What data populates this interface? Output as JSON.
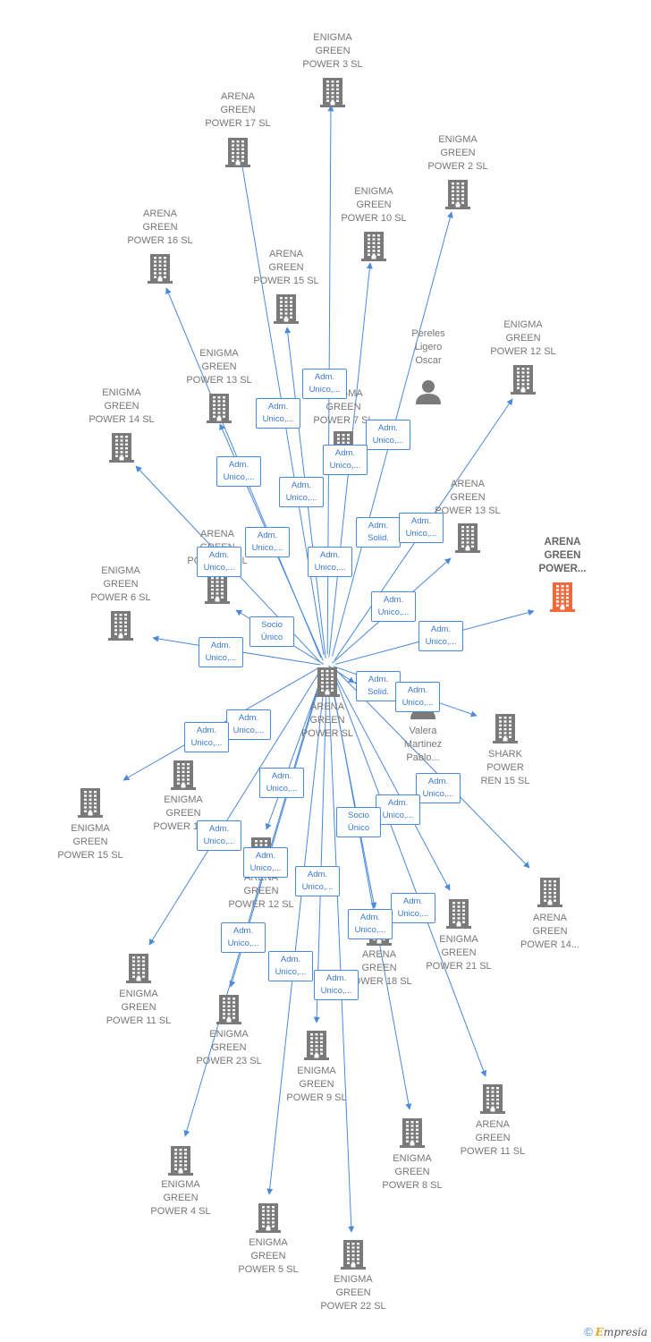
{
  "colors": {
    "edge": "#4a89dc",
    "node": "#7a7a7a",
    "highlight": "#f26a3b"
  },
  "center": {
    "label": [
      "ARENA",
      "GREEN",
      "POWER  SL"
    ]
  },
  "nodes": [
    {
      "id": "n1",
      "type": "company",
      "label": [
        "ENIGMA",
        "GREEN",
        "POWER 3  SL"
      ]
    },
    {
      "id": "n2",
      "type": "company",
      "label": [
        "ARENA",
        "GREEN",
        "POWER 17  SL"
      ]
    },
    {
      "id": "n3",
      "type": "company",
      "label": [
        "ENIGMA",
        "GREEN",
        "POWER 2  SL"
      ]
    },
    {
      "id": "n4",
      "type": "company",
      "label": [
        "ENIGMA",
        "GREEN",
        "POWER 10  SL"
      ]
    },
    {
      "id": "n5",
      "type": "company",
      "label": [
        "ARENA",
        "GREEN",
        "POWER 16  SL"
      ]
    },
    {
      "id": "n6",
      "type": "company",
      "label": [
        "ARENA",
        "GREEN",
        "POWER 15  SL"
      ]
    },
    {
      "id": "n7",
      "type": "person",
      "label": [
        "Pereles",
        "Ligero",
        "Oscar"
      ]
    },
    {
      "id": "n8",
      "type": "company",
      "label": [
        "ENIGMA",
        "GREEN",
        "POWER 12  SL"
      ]
    },
    {
      "id": "n9",
      "type": "company",
      "label": [
        "ENIGMA",
        "GREEN",
        "POWER 13  SL"
      ]
    },
    {
      "id": "n10",
      "type": "company",
      "label": [
        "ENIGMA",
        "GREEN",
        "POWER 7  SL"
      ]
    },
    {
      "id": "n11",
      "type": "company",
      "label": [
        "ENIGMA",
        "GREEN",
        "POWER 14  SL"
      ]
    },
    {
      "id": "n12",
      "type": "company",
      "label": [
        "ARENA",
        "GREEN",
        "POWER 13  SL"
      ]
    },
    {
      "id": "n13",
      "type": "company",
      "label": [
        "ARENA",
        "GREEN",
        "POWER..."
      ],
      "highlight": true
    },
    {
      "id": "n14",
      "type": "company",
      "label": [
        "ARENA",
        "GREEN",
        "POWER 1  SL"
      ]
    },
    {
      "id": "n15",
      "type": "company",
      "label": [
        "ENIGMA",
        "GREEN",
        "POWER 6  SL"
      ]
    },
    {
      "id": "n16",
      "type": "person",
      "label": [
        "Valera",
        "Martinez",
        "Pablo..."
      ]
    },
    {
      "id": "n17",
      "type": "company",
      "label": [
        "SHARK",
        "POWER",
        "REN 15  SL"
      ]
    },
    {
      "id": "n18",
      "type": "company",
      "label": [
        "ENIGMA",
        "GREEN",
        "POWER 1  SL"
      ]
    },
    {
      "id": "n19",
      "type": "company",
      "label": [
        "ENIGMA",
        "GREEN",
        "POWER 15  SL"
      ]
    },
    {
      "id": "n20",
      "type": "company",
      "label": [
        "ARENA",
        "GREEN",
        "POWER 12  SL"
      ]
    },
    {
      "id": "n21",
      "type": "company",
      "label": [
        "ENIGMA",
        "GREEN",
        "POWER 21  SL"
      ]
    },
    {
      "id": "n22",
      "type": "company",
      "label": [
        "ARENA",
        "GREEN",
        "POWER 14..."
      ]
    },
    {
      "id": "n23",
      "type": "company",
      "label": [
        "ARENA",
        "GREEN",
        "POWER 18  SL"
      ]
    },
    {
      "id": "n24",
      "type": "company",
      "label": [
        "ENIGMA",
        "GREEN",
        "POWER 11  SL"
      ]
    },
    {
      "id": "n25",
      "type": "company",
      "label": [
        "ENIGMA",
        "GREEN",
        "POWER 23  SL"
      ]
    },
    {
      "id": "n26",
      "type": "company",
      "label": [
        "ENIGMA",
        "GREEN",
        "POWER 9  SL"
      ]
    },
    {
      "id": "n27",
      "type": "company",
      "label": [
        "ARENA",
        "GREEN",
        "POWER 11  SL"
      ]
    },
    {
      "id": "n28",
      "type": "company",
      "label": [
        "ENIGMA",
        "GREEN",
        "POWER 8  SL"
      ]
    },
    {
      "id": "n29",
      "type": "company",
      "label": [
        "ENIGMA",
        "GREEN",
        "POWER 4  SL"
      ]
    },
    {
      "id": "n30",
      "type": "company",
      "label": [
        "ENIGMA",
        "GREEN",
        "POWER 5  SL"
      ]
    },
    {
      "id": "n31",
      "type": "company",
      "label": [
        "ENIGMA",
        "GREEN",
        "POWER 22  SL"
      ]
    }
  ],
  "edge_labels": [
    {
      "id": "e1",
      "text": [
        "Adm.",
        "Unico,..."
      ]
    },
    {
      "id": "e2",
      "text": [
        "Adm.",
        "Unico,..."
      ]
    },
    {
      "id": "e3",
      "text": [
        "Adm.",
        "Unico,..."
      ]
    },
    {
      "id": "e4",
      "text": [
        "Adm.",
        "Unico,..."
      ]
    },
    {
      "id": "e5",
      "text": [
        "Adm.",
        "Unico,..."
      ]
    },
    {
      "id": "e6",
      "text": [
        "Adm.",
        "Unico,..."
      ]
    },
    {
      "id": "e7",
      "text": [
        "Adm.",
        "Solid."
      ]
    },
    {
      "id": "e8",
      "text": [
        "Adm.",
        "Unico,..."
      ]
    },
    {
      "id": "e9",
      "text": [
        "Adm.",
        "Unico,..."
      ]
    },
    {
      "id": "e10",
      "text": [
        "Adm.",
        "Unico,..."
      ]
    },
    {
      "id": "e11",
      "text": [
        "Adm.",
        "Unico,..."
      ]
    },
    {
      "id": "e12",
      "text": [
        "Adm.",
        "Unico,..."
      ]
    },
    {
      "id": "e13",
      "text": [
        "Adm.",
        "Unico,..."
      ]
    },
    {
      "id": "e14",
      "text": [
        "Socio",
        "Único"
      ]
    },
    {
      "id": "e15",
      "text": [
        "Adm.",
        "Unico,..."
      ]
    },
    {
      "id": "e16",
      "text": [
        "Adm.",
        "Unico,..."
      ]
    },
    {
      "id": "e17",
      "text": [
        "Adm.",
        "Solid."
      ]
    },
    {
      "id": "e18",
      "text": [
        "Adm.",
        "Unico,..."
      ]
    },
    {
      "id": "e19",
      "text": [
        "Adm.",
        "Unico,..."
      ]
    },
    {
      "id": "e20",
      "text": [
        "Adm.",
        "Unico,..."
      ]
    },
    {
      "id": "e21",
      "text": [
        "Adm.",
        "Unico,..."
      ]
    },
    {
      "id": "e22",
      "text": [
        "Adm.",
        "Unico,..."
      ]
    },
    {
      "id": "e23",
      "text": [
        "Adm.",
        "Unico,..."
      ]
    },
    {
      "id": "e24",
      "text": [
        "Socio",
        "Único"
      ]
    },
    {
      "id": "e25",
      "text": [
        "Adm.",
        "Unico,..."
      ]
    },
    {
      "id": "e26",
      "text": [
        "Adm.",
        "Unico,..."
      ]
    },
    {
      "id": "e27",
      "text": [
        "Adm.",
        "Unico,..."
      ]
    },
    {
      "id": "e28",
      "text": [
        "Adm.",
        "Unico,..."
      ]
    },
    {
      "id": "e29",
      "text": [
        "Adm.",
        "Unico,..."
      ]
    },
    {
      "id": "e30",
      "text": [
        "Adm.",
        "Unico,..."
      ]
    },
    {
      "id": "e31",
      "text": [
        "Adm.",
        "Unico,..."
      ]
    },
    {
      "id": "e32",
      "text": [
        "Adm.",
        "Unico,..."
      ]
    },
    {
      "id": "e33",
      "text": [
        "Adm.",
        "Unico,..."
      ]
    }
  ],
  "footer": {
    "copyright": "©",
    "brand_first": "E",
    "brand_rest": "mpresia"
  }
}
